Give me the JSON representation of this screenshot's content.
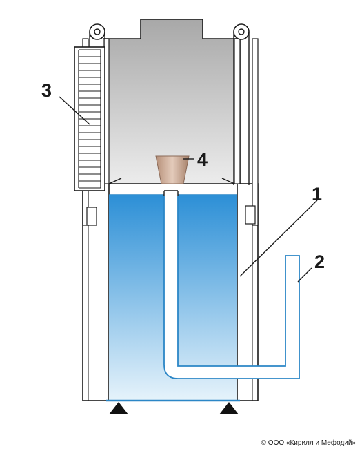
{
  "diagram": {
    "labels": {
      "one": "1",
      "two": "2",
      "three": "3",
      "four": "4"
    },
    "copyright": "© ООО «Кирилл и Мефодий»"
  },
  "colors": {
    "water_top": "#2c8fd6",
    "water_bottom": "#e6f3fb",
    "gas_top": "#a8a8a8",
    "gas_bottom": "#ececec",
    "cone": "#c9a690",
    "outline": "#1a1a1a",
    "tube_stroke": "#2b86c6"
  }
}
